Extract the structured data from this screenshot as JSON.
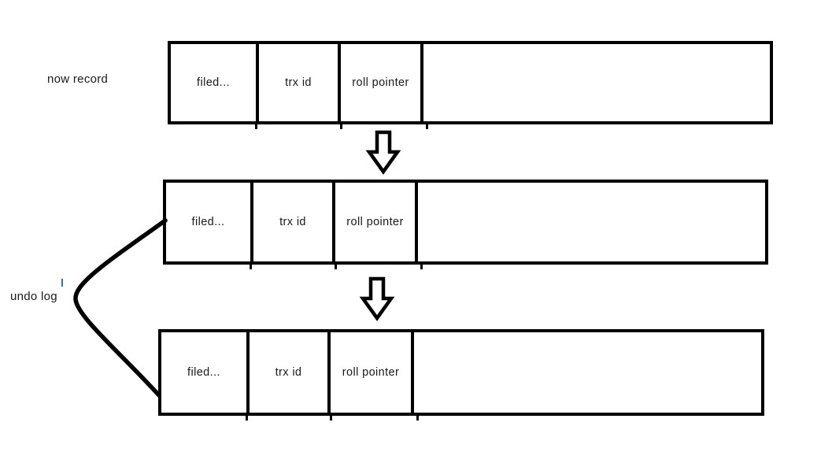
{
  "diagram": {
    "title_text": "",
    "colors": {
      "stroke": "#000000",
      "text": "#1a1a1a",
      "background": "#ffffff",
      "caret_accent": "#2e74b5"
    },
    "labels": {
      "now_record": "now record",
      "undo_log": "undo log"
    },
    "cell_labels": {
      "field": "filed...",
      "trx_id": "trx id",
      "roll_pointer": "roll pointer",
      "filler": ""
    },
    "rows": [
      {
        "name": "now-record-row",
        "cells": [
          "filed...",
          "trx id",
          "roll pointer",
          ""
        ]
      },
      {
        "name": "undo-log-row-1",
        "cells": [
          "filed...",
          "trx id",
          "roll pointer",
          ""
        ]
      },
      {
        "name": "undo-log-row-2",
        "cells": [
          "filed...",
          "trx id",
          "roll pointer",
          ""
        ]
      }
    ],
    "connectors": {
      "arrow_1": "down-block-arrow",
      "arrow_2": "down-block-arrow",
      "undo_chain_curve": "undo-log-link-curve"
    }
  }
}
